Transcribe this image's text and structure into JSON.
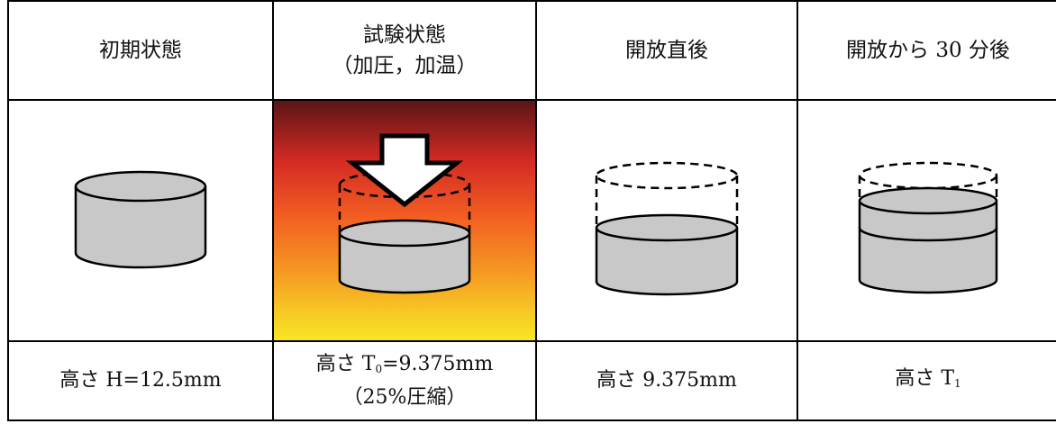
{
  "headers": [
    {
      "line1": "初期状態",
      "line2": ""
    },
    {
      "line1": "試験状態",
      "line2": "（加圧，加温）"
    },
    {
      "line1": "開放直後",
      "line2": ""
    },
    {
      "line1": "開放から 30 分後",
      "line2": ""
    }
  ],
  "captions": [
    {
      "line1": "高さ H=12.5mm",
      "line2": ""
    },
    {
      "line1_prefix": "高さ T",
      "line1_sub": "0",
      "line1_suffix": "=9.375mm",
      "line2": "（25%圧縮）"
    },
    {
      "line1": "高さ 9.375mm",
      "line2": ""
    },
    {
      "line1_prefix": "高さ T",
      "line1_sub": "1",
      "line1_suffix": ""
    }
  ],
  "colors": {
    "specimen_fill": "#c8c8c8",
    "outline": "#000000",
    "heat_top": "#5a1516",
    "heat_bottom": "#f8e624"
  }
}
